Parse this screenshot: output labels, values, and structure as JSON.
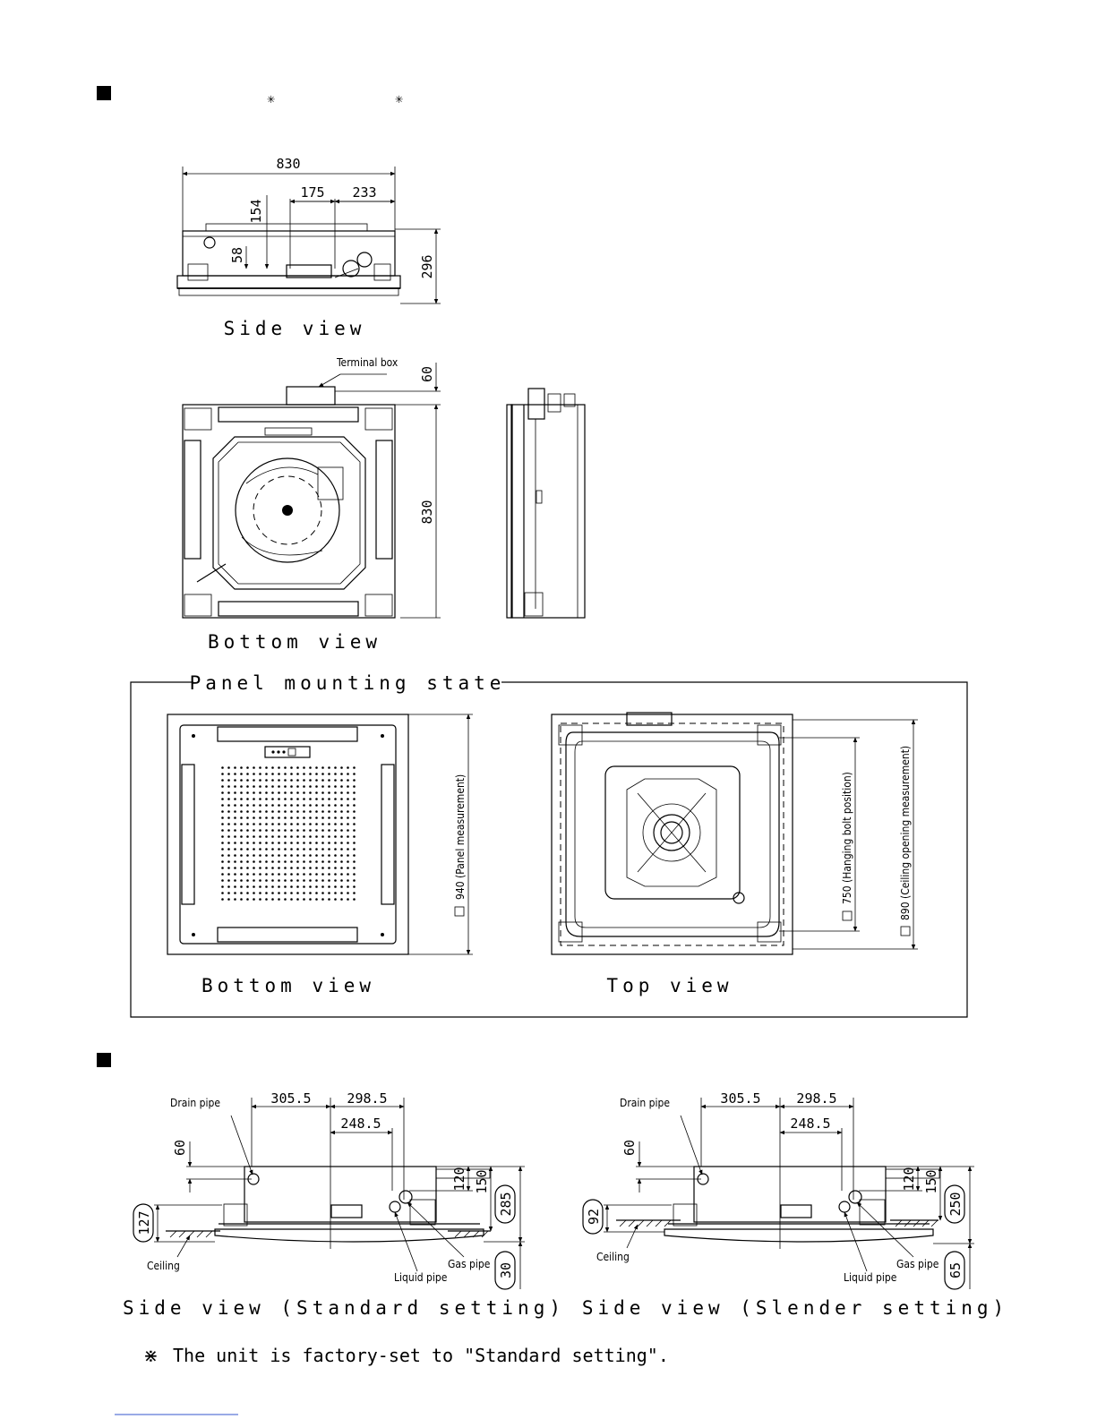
{
  "heading_symbol": "✳",
  "side_view": {
    "caption": "Side view",
    "dim_width": "830",
    "dim_a": "175",
    "dim_b": "233",
    "dim_v1": "154",
    "dim_v2": "58",
    "dim_height": "296"
  },
  "bottom_view": {
    "caption": "Bottom view",
    "terminal_box": "Terminal box",
    "dim_top": "60",
    "dim_height": "830"
  },
  "panel": {
    "title": "Panel mounting state",
    "bottom_caption": "Bottom view",
    "top_caption": "Top view",
    "panel_dim": "940 (Panel measurement)",
    "bolt_dim": "750 (Hanging bolt position)",
    "opening_dim": "890 (Ceiling opening measurement)"
  },
  "standard": {
    "caption": "Side view (Standard setting)",
    "drain": "Drain pipe",
    "ceiling": "Ceiling",
    "gas": "Gas pipe",
    "liquid": "Liquid pipe",
    "d1": "305.5",
    "d2": "298.5",
    "d3": "248.5",
    "d60": "60",
    "d120": "120",
    "d150": "150",
    "left_box": "127",
    "right_box": "285",
    "bottom_box": "30"
  },
  "slender": {
    "caption": "Side view (Slender setting)",
    "drain": "Drain pipe",
    "ceiling": "Ceiling",
    "gas": "Gas pipe",
    "liquid": "Liquid pipe",
    "d1": "305.5",
    "d2": "298.5",
    "d3": "248.5",
    "d60": "60",
    "d120": "120",
    "d150": "150",
    "left_box": "92",
    "right_box": "250",
    "bottom_box": "65"
  },
  "footnote": {
    "mark": "⋇",
    "text": "The unit is factory-set to \"Standard setting\"."
  }
}
